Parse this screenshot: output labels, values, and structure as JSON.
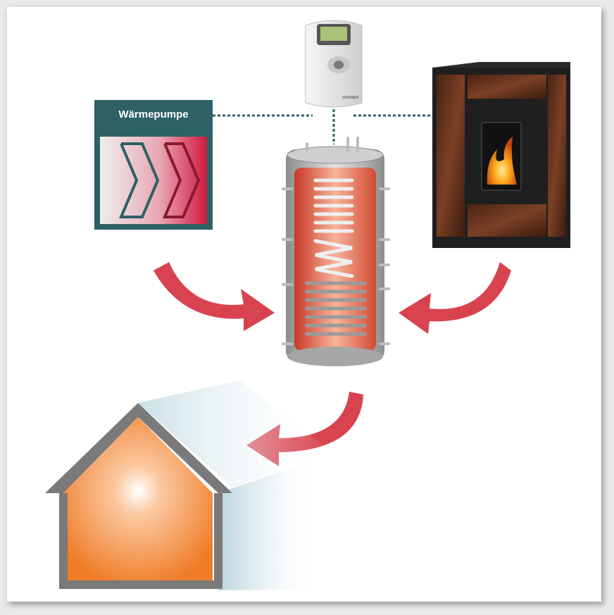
{
  "heat_pump": {
    "label": "Wärmepumpe",
    "icon": "heat-exchanger-chevron-icon"
  },
  "colors": {
    "heat_pump_box": "#2d6166",
    "arrow_red": "#d9434f",
    "connection_line": "#2d6166",
    "house_fill": "#f08a3c",
    "house_outline": "#7a7a7a",
    "stove_body": "#6b3a24"
  },
  "icons": {
    "controller": "solar-controller-device",
    "storage_tank": "buffer-storage-tank",
    "pellet_stove": "pellet-stove",
    "house": "house-heating"
  }
}
